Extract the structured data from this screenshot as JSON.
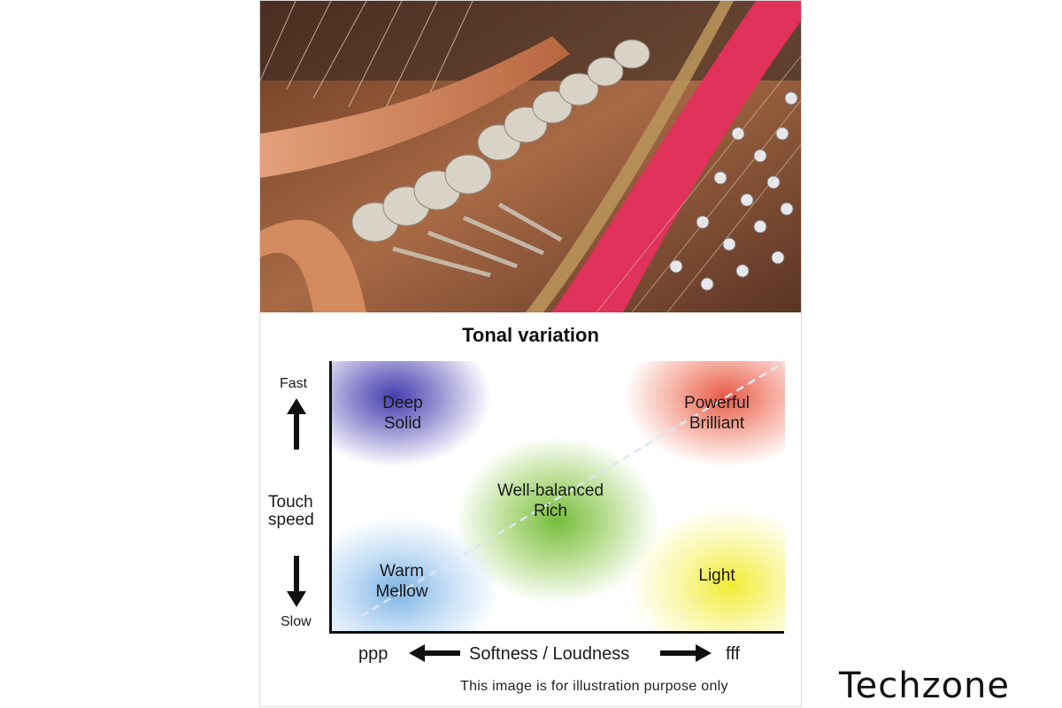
{
  "diagram": {
    "title": "Tonal variation",
    "y_axis": {
      "label": "Touch speed",
      "top": "Fast",
      "bottom": "Slow"
    },
    "x_axis": {
      "label": "Softness / Loudness",
      "left": "ppp",
      "right": "fff"
    },
    "zones": {
      "top_left": [
        "Deep",
        "Solid"
      ],
      "top_right": [
        "Powerful",
        "Brilliant"
      ],
      "center": [
        "Well-balanced",
        "Rich"
      ],
      "bottom_left": [
        "Warm",
        "Mellow"
      ],
      "bottom_right": [
        "Light"
      ]
    },
    "colors": {
      "deep_solid": "#3c32aa",
      "powerful_brilliant": "#e6503c",
      "well_balanced_rich": "#6eb932",
      "warm_mellow": "#6eaae1",
      "light": "#f0eb28"
    },
    "footnote": "This image is for illustration purpose only"
  },
  "watermark": "Techzone"
}
